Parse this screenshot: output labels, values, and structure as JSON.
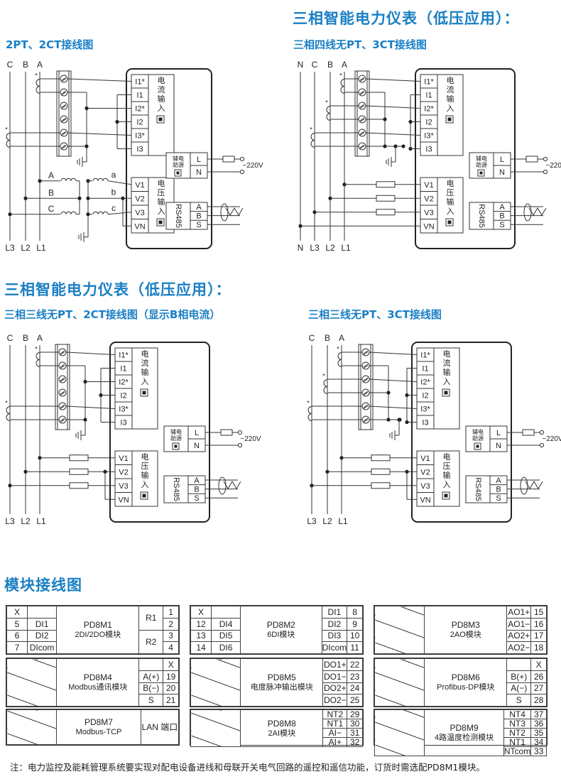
{
  "headings": {
    "section_top": "三相智能电力仪表（低压应用）：",
    "section_mid": "三相智能电力仪表（低压应用）：",
    "modules_title": "模块接线图"
  },
  "diagrams": [
    {
      "id": "d1",
      "title": "2PT、2CT接线图",
      "top_phase_labels": [
        "C",
        "B",
        "A"
      ],
      "bottom_line_labels": [
        "L3",
        "L2",
        "L1"
      ],
      "type": "2pt2ct"
    },
    {
      "id": "d2",
      "title": "三相四线无PT、3CT接线图",
      "top_phase_labels": [
        "N",
        "C",
        "B",
        "A"
      ],
      "bottom_line_labels": [
        "N",
        "L3",
        "L2",
        "L1"
      ],
      "type": "4w3ct"
    },
    {
      "id": "d3",
      "title": "三相三线无PT、2CT接线图（显示B相电流）",
      "top_phase_labels": [
        "C",
        "B",
        "A"
      ],
      "bottom_line_labels": [
        "L3",
        "L2",
        "L1"
      ],
      "type": "3w2ct"
    },
    {
      "id": "d4",
      "title": "三相三线无PT、3CT接线图",
      "top_phase_labels": [
        "C",
        "B",
        "A"
      ],
      "bottom_line_labels": [
        "L3",
        "L2",
        "L1"
      ],
      "type": "3w3ct"
    }
  ],
  "meter": {
    "current_terminals": [
      "I1*",
      "I1",
      "I2*",
      "I2",
      "I3*",
      "I3"
    ],
    "current_block_label": "电流输入",
    "voltage_terminals": [
      "V1",
      "V2",
      "V3",
      "VN"
    ],
    "voltage_block_label": "电压输入",
    "aux_power_label": "辅电助源",
    "aux_terminals": [
      "L",
      "N"
    ],
    "supply_label": "~220V",
    "rs485_label": "RS485",
    "rs485_terminals": [
      "A",
      "B",
      "S"
    ]
  },
  "pt_labels": {
    "primary": [
      "A",
      "B",
      "C"
    ],
    "secondary": [
      "a",
      "b",
      "c"
    ]
  },
  "modules": [
    {
      "name": "PD8M1",
      "desc": "2DI/2DO模块",
      "left_rows": [
        [
          "X",
          ""
        ],
        [
          "5",
          "DI1"
        ],
        [
          "6",
          "DI2"
        ],
        [
          "7",
          "DIcom"
        ]
      ],
      "relays": [
        {
          "label": "R1",
          "pins": [
            "1",
            "2"
          ]
        },
        {
          "label": "R2",
          "pins": [
            "3",
            "4"
          ]
        }
      ]
    },
    {
      "name": "PD8M2",
      "desc": "6DI模块",
      "left_rows": [
        [
          "X",
          ""
        ],
        [
          "12",
          "DI4"
        ],
        [
          "13",
          "DI5"
        ],
        [
          "14",
          "DI6"
        ]
      ],
      "right_rows": [
        [
          "DI1",
          "8"
        ],
        [
          "DI2",
          "9"
        ],
        [
          "DI3",
          "10"
        ],
        [
          "DIcom",
          "11"
        ]
      ]
    },
    {
      "name": "PD8M3",
      "desc": "2AO模块",
      "right_rows": [
        [
          "AO1+",
          "15"
        ],
        [
          "AO1−",
          "16"
        ],
        [
          "AO2+",
          "17"
        ],
        [
          "AO2−",
          "18"
        ]
      ]
    },
    {
      "name": "PD8M4",
      "desc": "Modbus通讯模块",
      "right_rows": [
        [
          "",
          "X"
        ],
        [
          "A(+)",
          "19"
        ],
        [
          "B(−)",
          "20"
        ],
        [
          "S",
          "21"
        ]
      ]
    },
    {
      "name": "PD8M5",
      "desc": "电度脉冲输出模块",
      "right_rows": [
        [
          "DO1+",
          "22"
        ],
        [
          "DO1−",
          "23"
        ],
        [
          "DO2+",
          "24"
        ],
        [
          "DO2−",
          "25"
        ]
      ]
    },
    {
      "name": "PD8M6",
      "desc": "Profibus-DP模块",
      "right_rows": [
        [
          "",
          "X"
        ],
        [
          "B(+)",
          "26"
        ],
        [
          "A(−)",
          "27"
        ],
        [
          "S",
          "28"
        ]
      ]
    },
    {
      "name": "PD8M7",
      "desc": "Modbus-TCP",
      "port": "LAN 端口"
    },
    {
      "name": "PD8M8",
      "desc": "2AI模块",
      "right_rows": [
        [
          "NT2",
          "29"
        ],
        [
          "NT1",
          "30"
        ],
        [
          "AI−",
          "31"
        ],
        [
          "AI+",
          "32"
        ]
      ]
    },
    {
      "name": "PD8M9",
      "desc": "4路温度检测模块",
      "right_rows": [
        [
          "NT4",
          "37"
        ],
        [
          "NT3",
          "36"
        ],
        [
          "NT2",
          "35"
        ],
        [
          "NT1",
          "34"
        ],
        [
          "NTcom",
          "33"
        ]
      ]
    }
  ],
  "note": "注：电力监控及能耗管理系统要实现对配电设备进线和母联开关电气回路的遥控和遥信功能，订货时需选配PD8M1模块。"
}
